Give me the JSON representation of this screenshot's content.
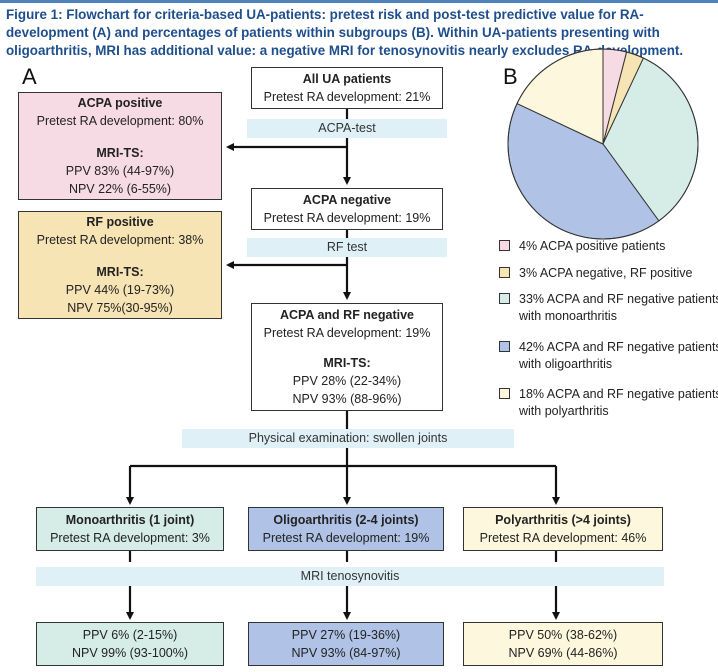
{
  "title": "Figure 1: Flowchart for criteria-based UA-patients: pretest risk and post-test predictive value for RA-development (A) and percentages of patients within subgroups (B). Within UA-patients presenting with oligoarthritis, MRI has additional value: a negative MRI for tenosynovitis nearly excludes RA-development.",
  "panel_a": "A",
  "panel_b": "B",
  "nodes": {
    "all": {
      "title": "All UA patients",
      "line1": "Pretest RA development: 21%"
    },
    "acpa_neg": {
      "title": "ACPA negative",
      "line1": "Pretest RA development: 19%"
    },
    "acpa_rf_neg": {
      "title": "ACPA and RF negative",
      "line1": "Pretest RA development: 19%",
      "mri": "MRI-TS:",
      "ppv": "PPV 28% (22-34%)",
      "npv": "NPV 93% (88-96%)"
    },
    "acpa_pos": {
      "title": "ACPA positive",
      "line1": "Pretest RA development: 80%",
      "mri": "MRI-TS:",
      "ppv": "PPV 83% (44-97%)",
      "npv": "NPV 22% (6-55%)"
    },
    "rf_pos": {
      "title": "RF positive",
      "line1": "Pretest RA development: 38%",
      "mri": "MRI-TS:",
      "ppv": "PPV 44% (19-73%)",
      "npv": "NPV 75%(30-95%)"
    },
    "mono": {
      "title": "Monoarthritis (1 joint)",
      "line1": "Pretest RA development: 3%",
      "ppv": "PPV 6% (2-15%)",
      "npv": "NPV 99% (93-100%)"
    },
    "oligo": {
      "title": "Oligoarthritis (2-4 joints)",
      "line1": "Pretest RA development: 19%",
      "ppv": "PPV 27% (19-36%)",
      "npv": "NPV 93% (84-97%)"
    },
    "poly": {
      "title": "Polyarthritis (>4 joints)",
      "line1": "Pretest RA development: 46%",
      "ppv": "PPV 50% (38-62%)",
      "npv": "NPV 69% (44-86%)"
    }
  },
  "tests": {
    "acpa": "ACPA-test",
    "rf": "RF test",
    "physical": "Physical examination: swollen joints",
    "mri": "MRI tenosynovitis"
  },
  "colors": {
    "title": "#1f4e8c",
    "acpa_pos": "#f7dbe4",
    "rf_pos": "#f7e4b5",
    "mono": "#d5ede6",
    "oligo": "#b0c3e6",
    "poly": "#fdf8dd",
    "strip": "#dff0f7"
  },
  "chart_data": {
    "type": "pie",
    "values": [
      4,
      3,
      33,
      42,
      18
    ],
    "legend": [
      {
        "text": "4% ACPA positive patients",
        "color": "#f7dbe4"
      },
      {
        "text": "3% ACPA negative, RF positive",
        "color": "#f7e4b5"
      },
      {
        "text": "33% ACPA and RF negative patients with monoarthritis",
        "color": "#d5ede6"
      },
      {
        "text": "42% ACPA and RF negative patients with oligoarthritis",
        "color": "#b0c3e6"
      },
      {
        "text": "18% ACPA and RF negative patients with polyarthritis",
        "color": "#fdf8dd"
      }
    ]
  }
}
